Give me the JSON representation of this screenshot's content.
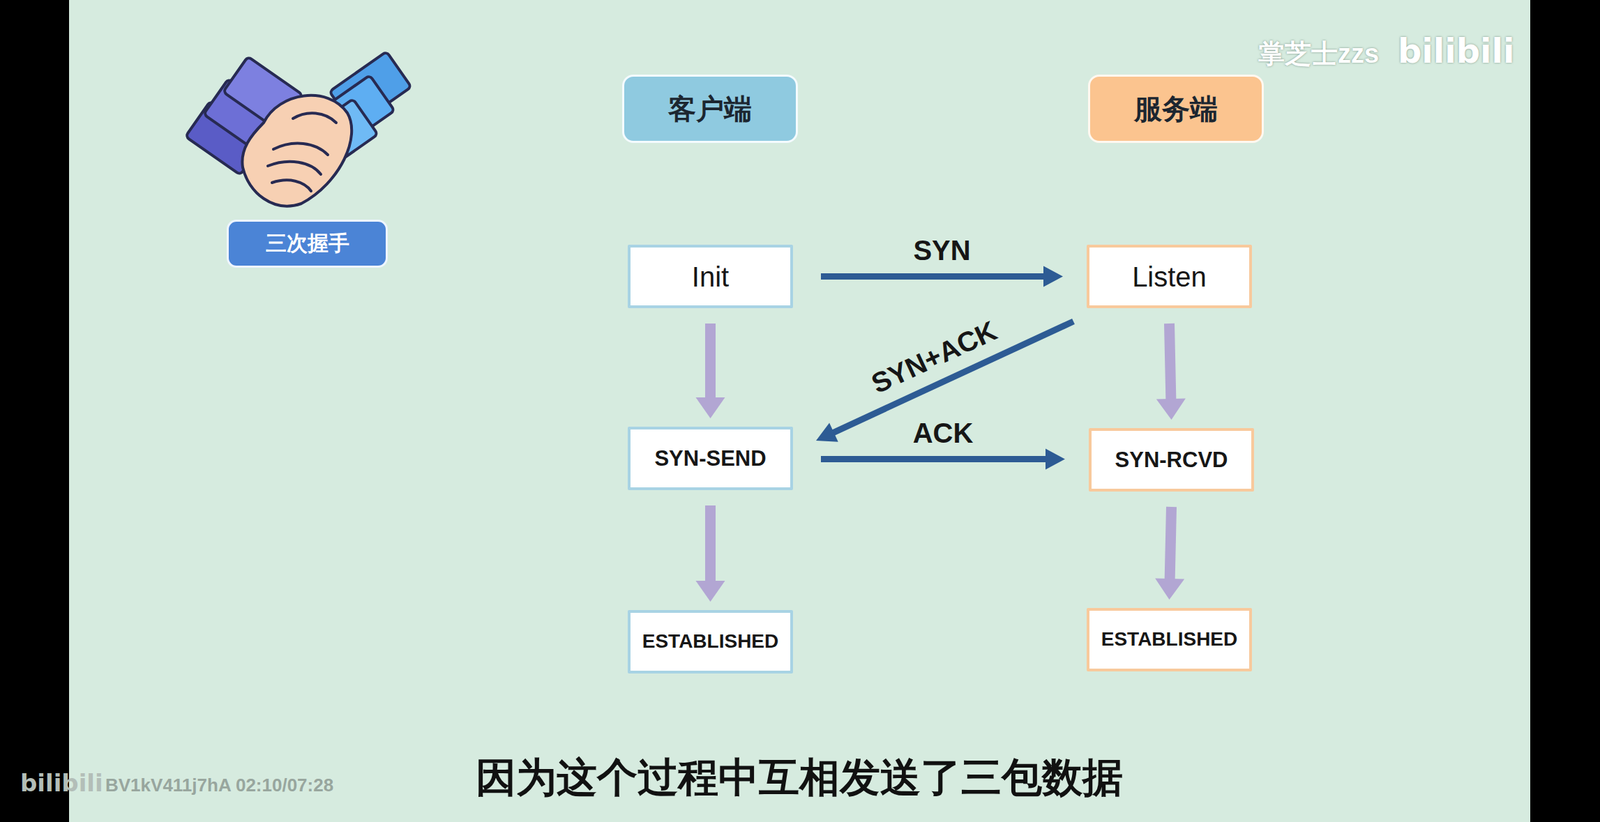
{
  "diagram": {
    "caption": "因为这个过程中互相发送了三包数据",
    "nodes": [
      {
        "text": [
          "客户端"
        ]
      },
      {
        "text": [
          "服务端"
        ]
      },
      {
        "text": [
          "三次握手"
        ]
      },
      {
        "text": [
          "Init"
        ]
      },
      {
        "text": [
          "Listen"
        ]
      },
      {
        "text": [
          "SYN-SEND"
        ]
      },
      {
        "text": [
          "SYN-RCVD"
        ]
      },
      {
        "text": [
          "ESTABLISHED"
        ]
      },
      {
        "text": [
          "ESTABLISHED"
        ]
      }
    ],
    "edges": [
      {
        "from": 3,
        "to": 4,
        "label": "SYN",
        "arrow": "to"
      },
      {
        "from": 4,
        "to": 5,
        "label": "SYN+ACK",
        "arrow": "to"
      },
      {
        "from": 5,
        "to": 6,
        "label": "ACK",
        "arrow": "to"
      },
      {
        "from": 3,
        "to": 5,
        "arrow": "to"
      },
      {
        "from": 5,
        "to": 7,
        "arrow": "to"
      },
      {
        "from": 4,
        "to": 6,
        "arrow": "to"
      },
      {
        "from": 6,
        "to": 8,
        "arrow": "to"
      }
    ],
    "labels": [
      "掌芝士zzs",
      "bilibili",
      "bilibili",
      "BV1kV411j7hA 02:10/07:28"
    ]
  }
}
